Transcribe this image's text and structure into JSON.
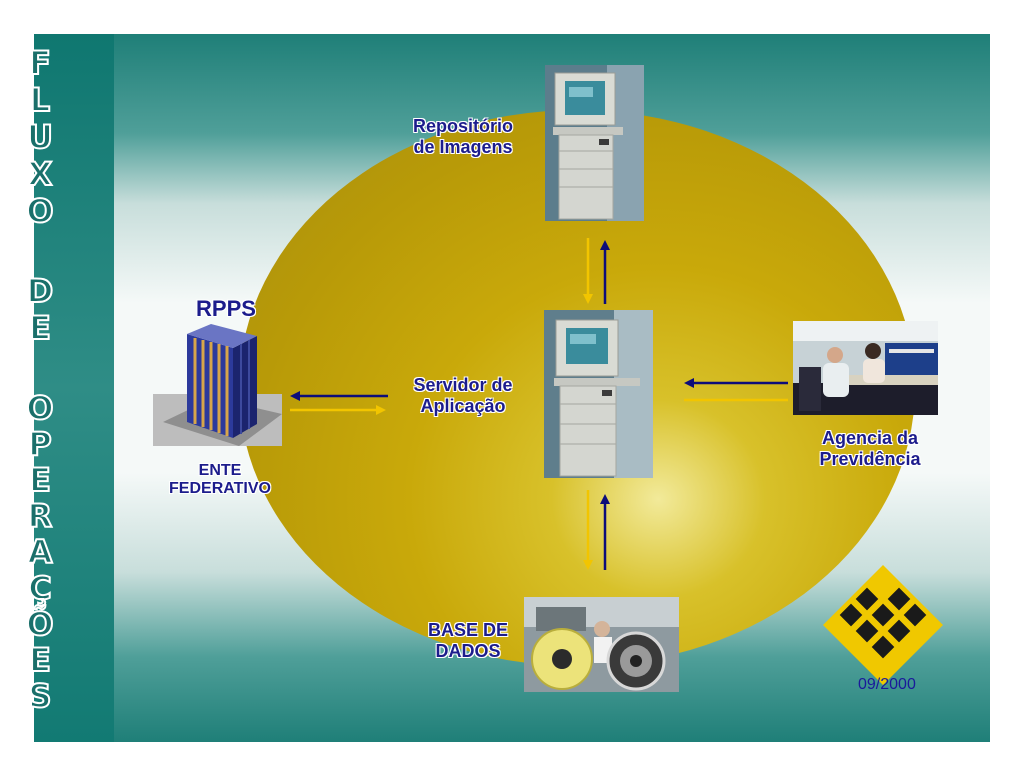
{
  "title_letters": [
    "F",
    "L",
    "U",
    "X",
    "O",
    "",
    "D",
    "E",
    "",
    "O",
    "P",
    "E",
    "R",
    "A",
    "Ç",
    "Õ",
    "E",
    "S"
  ],
  "nodes": {
    "repositorio": {
      "label_line1": "Repositório",
      "label_line2": "de Imagens"
    },
    "servidor": {
      "label_line1": "Servidor de",
      "label_line2": "Aplicação"
    },
    "rpps": {
      "title": "RPPS",
      "label_line1": "ENTE",
      "label_line2": "FEDERATIVO"
    },
    "agencia": {
      "label_line1": "Agencia da",
      "label_line2": "Previdência"
    },
    "base": {
      "label_line1": "BASE DE",
      "label_line2": "DADOS"
    }
  },
  "date": "09/2000",
  "colors": {
    "arrow_blue": "#0d0d7a",
    "arrow_yellow": "#f2c500",
    "label_blue": "#1c1c8c",
    "teal": "#1f7f78",
    "ellipse_gold": "#c9a90a"
  }
}
